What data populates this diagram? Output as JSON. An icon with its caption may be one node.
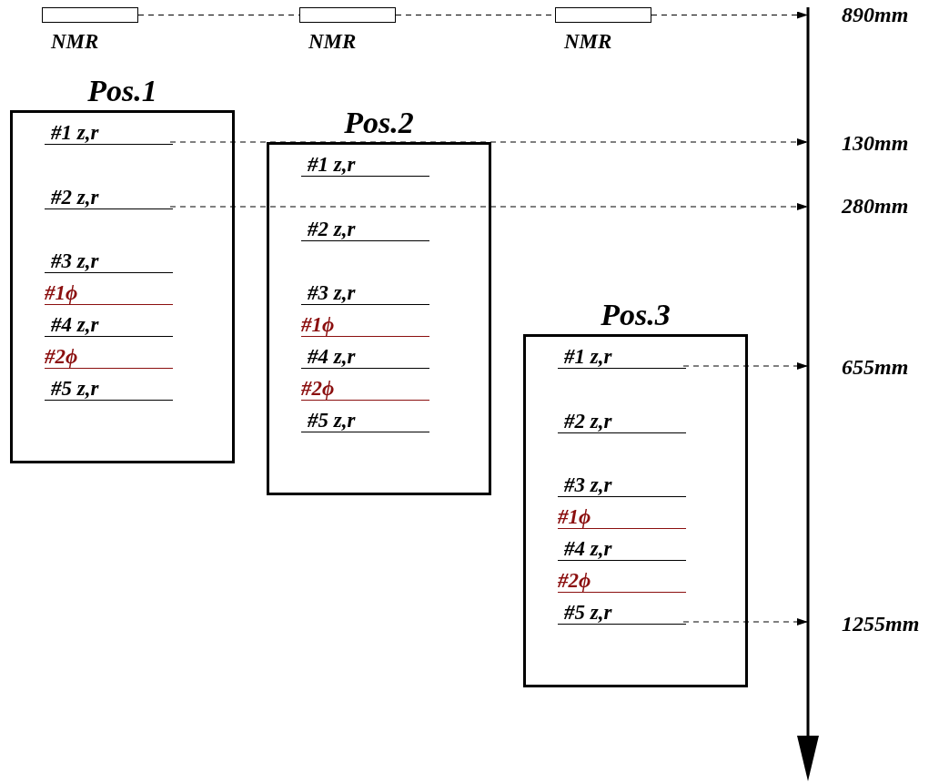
{
  "diagram": {
    "nodes": [
      {
        "text": [],
        "shape": "box",
        "beside": [
          "NMR"
        ]
      },
      {
        "text": [],
        "shape": "box",
        "beside": [
          "NMR"
        ]
      },
      {
        "text": [],
        "shape": "box",
        "beside": [
          "NMR"
        ]
      },
      {
        "text": [
          "Pos.1"
        ]
      },
      {
        "text": [
          "#1 z,r"
        ],
        "in": 3
      },
      {
        "text": [
          "#2 z,r"
        ],
        "in": 3
      },
      {
        "text": [
          "#3 z,r"
        ],
        "in": 3
      },
      {
        "text": [
          "#1ϕ"
        ],
        "in": 3
      },
      {
        "text": [
          "#4 z,r"
        ],
        "in": 3
      },
      {
        "text": [
          "#2ϕ"
        ],
        "in": 3
      },
      {
        "text": [
          "#5 z,r"
        ],
        "in": 3
      },
      {
        "text": [
          "Pos.2"
        ]
      },
      {
        "text": [
          "#1 z,r"
        ],
        "in": 11
      },
      {
        "text": [
          "#2 z,r"
        ],
        "in": 11
      },
      {
        "text": [
          "#3 z,r"
        ],
        "in": 11
      },
      {
        "text": [
          "#1ϕ"
        ],
        "in": 11
      },
      {
        "text": [
          "#4 z,r"
        ],
        "in": 11
      },
      {
        "text": [
          "#2ϕ"
        ],
        "in": 11
      },
      {
        "text": [
          "#5 z,r"
        ],
        "in": 11
      },
      {
        "text": [
          "Pos.3"
        ]
      },
      {
        "text": [
          "#1 z,r"
        ],
        "in": 19
      },
      {
        "text": [
          "#2 z,r"
        ],
        "in": 19
      },
      {
        "text": [
          "#3 z,r"
        ],
        "in": 19
      },
      {
        "text": [
          "#1ϕ"
        ],
        "in": 19
      },
      {
        "text": [
          "#4 z,r"
        ],
        "in": 19
      },
      {
        "text": [
          "#2ϕ"
        ],
        "in": 19
      },
      {
        "text": [
          "#5 z,r"
        ],
        "in": 19
      }
    ],
    "edges": [
      {
        "from": 0,
        "to": 1,
        "arrow": "none",
        "style": "dashed"
      },
      {
        "from": 1,
        "to": 2,
        "arrow": "none",
        "style": "dashed"
      },
      {
        "from": 2,
        "to": null,
        "arrow": "to",
        "style": "dashed"
      },
      {
        "from": 4,
        "to": null,
        "arrow": "to",
        "style": "dashed"
      },
      {
        "from": 5,
        "to": null,
        "arrow": "to",
        "style": "dashed"
      },
      {
        "from": 20,
        "to": null,
        "arrow": "to",
        "style": "dashed"
      },
      {
        "from": 26,
        "to": null,
        "arrow": "to",
        "style": "dashed"
      }
    ],
    "labels": [
      "890mm",
      "130mm",
      "280mm",
      "655mm",
      "1255mm"
    ]
  }
}
